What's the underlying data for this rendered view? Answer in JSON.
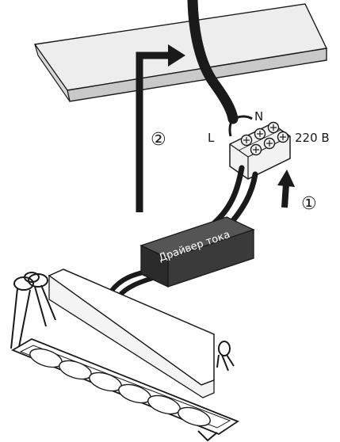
{
  "labels": {
    "wire_l": "L",
    "wire_n": "N",
    "voltage": "220 В",
    "step_1": "①",
    "step_2": "②",
    "driver": "Драйвер тока"
  },
  "colors": {
    "ink": "#1a1a1a",
    "ceiling_top": "#ededed",
    "ceiling_side": "#c9c9c9",
    "driver_body": "#2b2b2b",
    "terminal_fill": "#f2f2f2",
    "lamp_fill": "#ffffff"
  },
  "icons": {
    "step_arrow_1": "arrow-up-icon",
    "step_arrow_2": "arrow-up-right-icon"
  }
}
